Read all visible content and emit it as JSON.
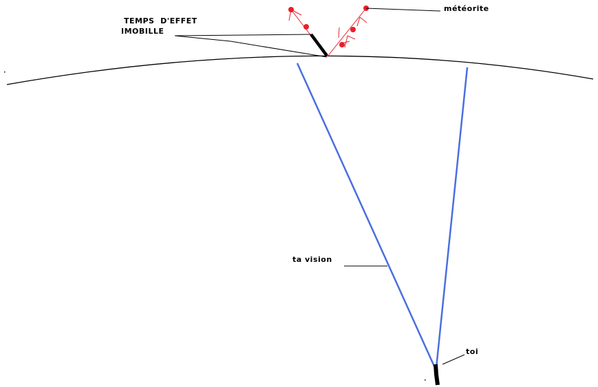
{
  "labels": {
    "meteorite": "météorite",
    "temps_line1": "TEMPS  D'EFFET",
    "temps_line2": "IMOBILLE",
    "vision": "ta vision",
    "toi": "toi"
  },
  "colors": {
    "horizon": "#000000",
    "vision": "#4a6ee0",
    "meteorite": "#e8202a",
    "object": "#000000"
  }
}
